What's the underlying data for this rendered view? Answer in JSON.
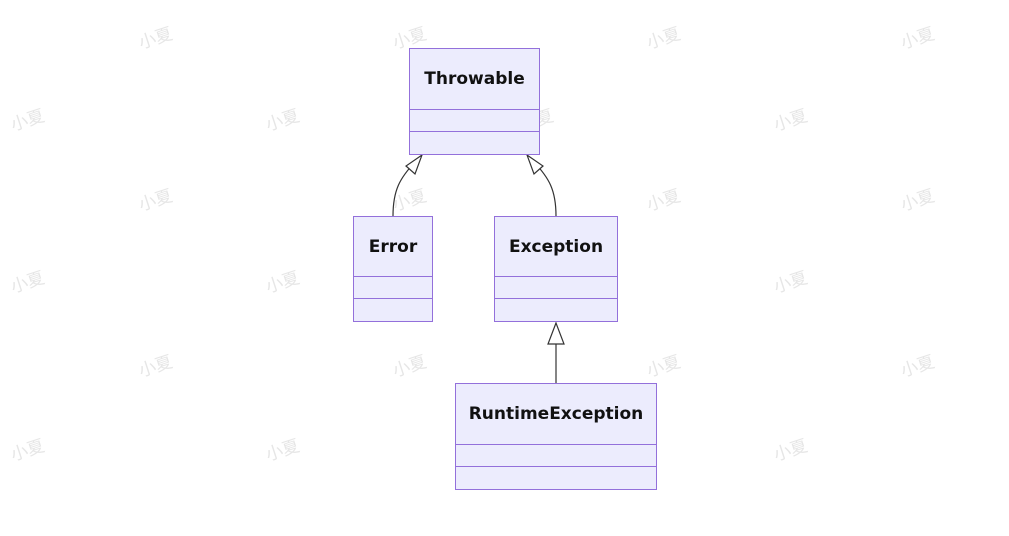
{
  "diagram": {
    "type": "class-diagram",
    "classes": [
      {
        "id": "throwable",
        "name": "Throwable"
      },
      {
        "id": "error",
        "name": "Error"
      },
      {
        "id": "exception",
        "name": "Exception"
      },
      {
        "id": "runtime",
        "name": "RuntimeException"
      }
    ],
    "relations": [
      {
        "from": "Error",
        "to": "Throwable",
        "kind": "inheritance"
      },
      {
        "from": "Exception",
        "to": "Throwable",
        "kind": "inheritance"
      },
      {
        "from": "RuntimeException",
        "to": "Exception",
        "kind": "inheritance"
      }
    ]
  },
  "watermark": {
    "text": "小夏"
  },
  "colors": {
    "box_fill": "#ececfd",
    "box_border": "#9370db",
    "edge": "#333333",
    "watermark": "#e6e6e6"
  }
}
